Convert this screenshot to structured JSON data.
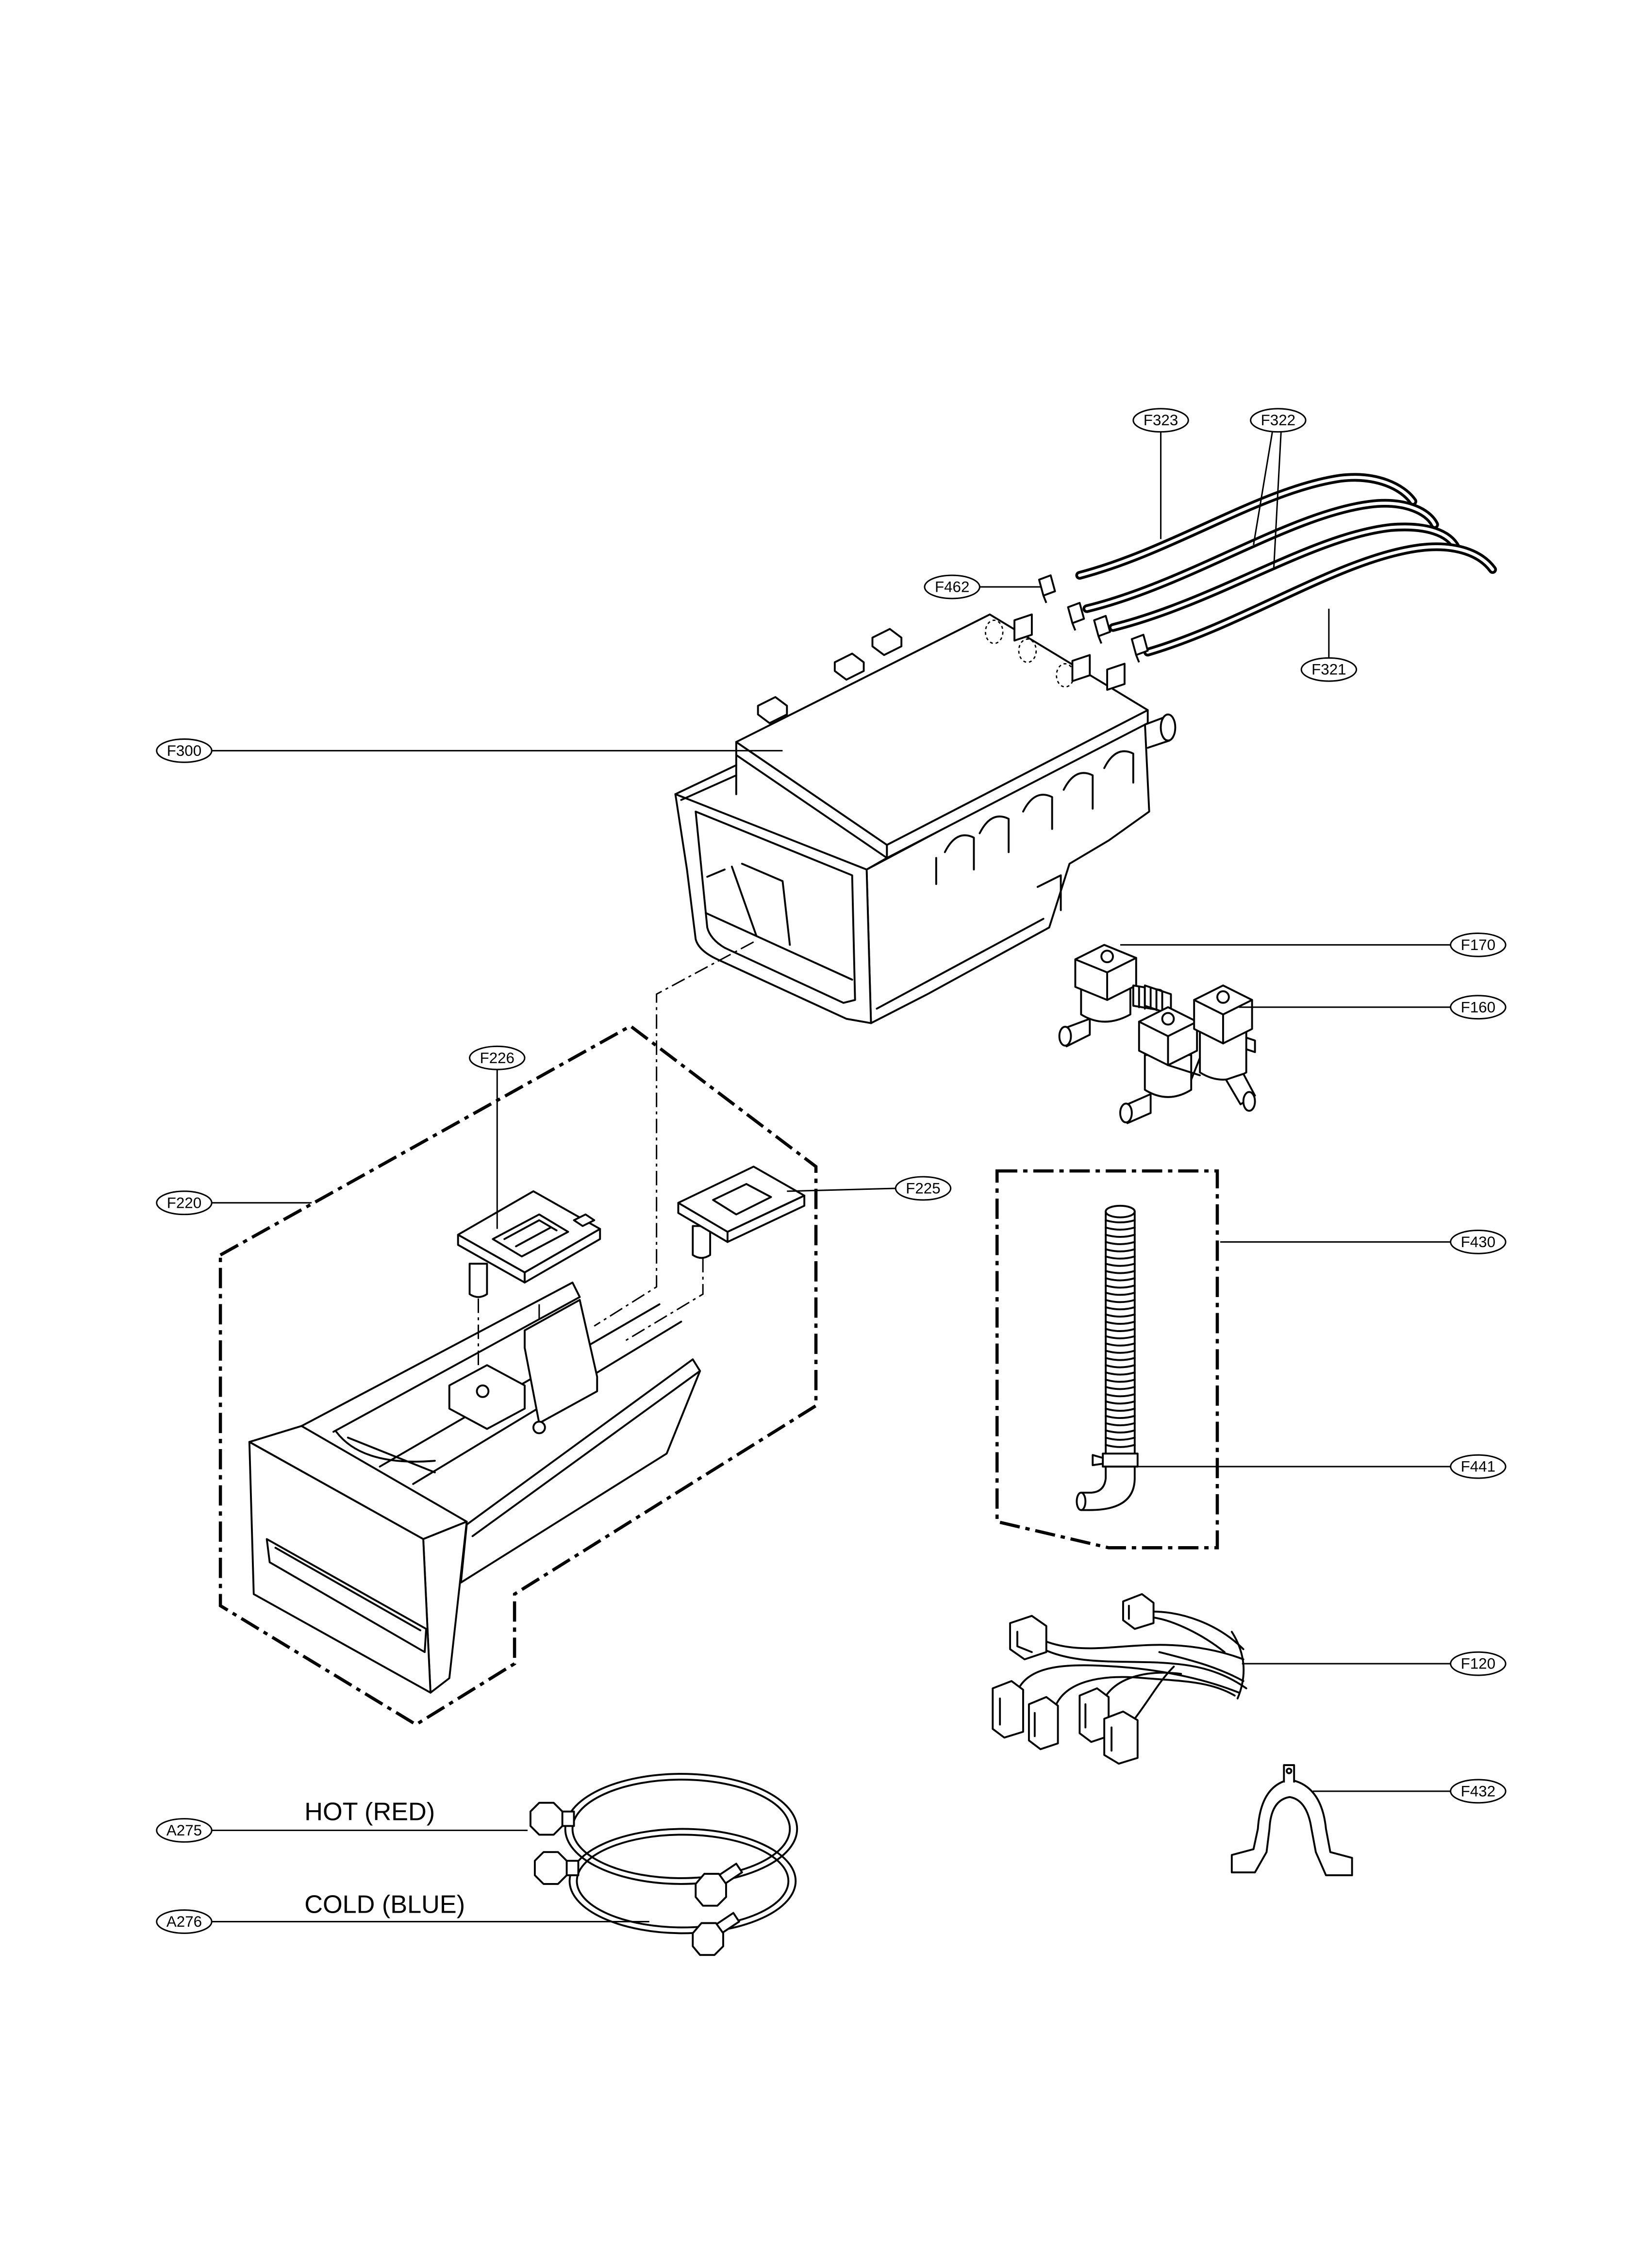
{
  "colors": {
    "ink": "#000000",
    "paper": "#ffffff"
  },
  "callouts": {
    "f323": "F323",
    "f322": "F322",
    "f462": "F462",
    "f321": "F321",
    "f300": "F300",
    "f170": "F170",
    "f160": "F160",
    "f226": "F226",
    "f220": "F220",
    "f225": "F225",
    "f430": "F430",
    "f441": "F441",
    "f120": "F120",
    "f432": "F432",
    "a275": "A275",
    "a276": "A276"
  },
  "hose_labels": {
    "hot": "HOT (RED)",
    "cold": "COLD (BLUE)"
  }
}
